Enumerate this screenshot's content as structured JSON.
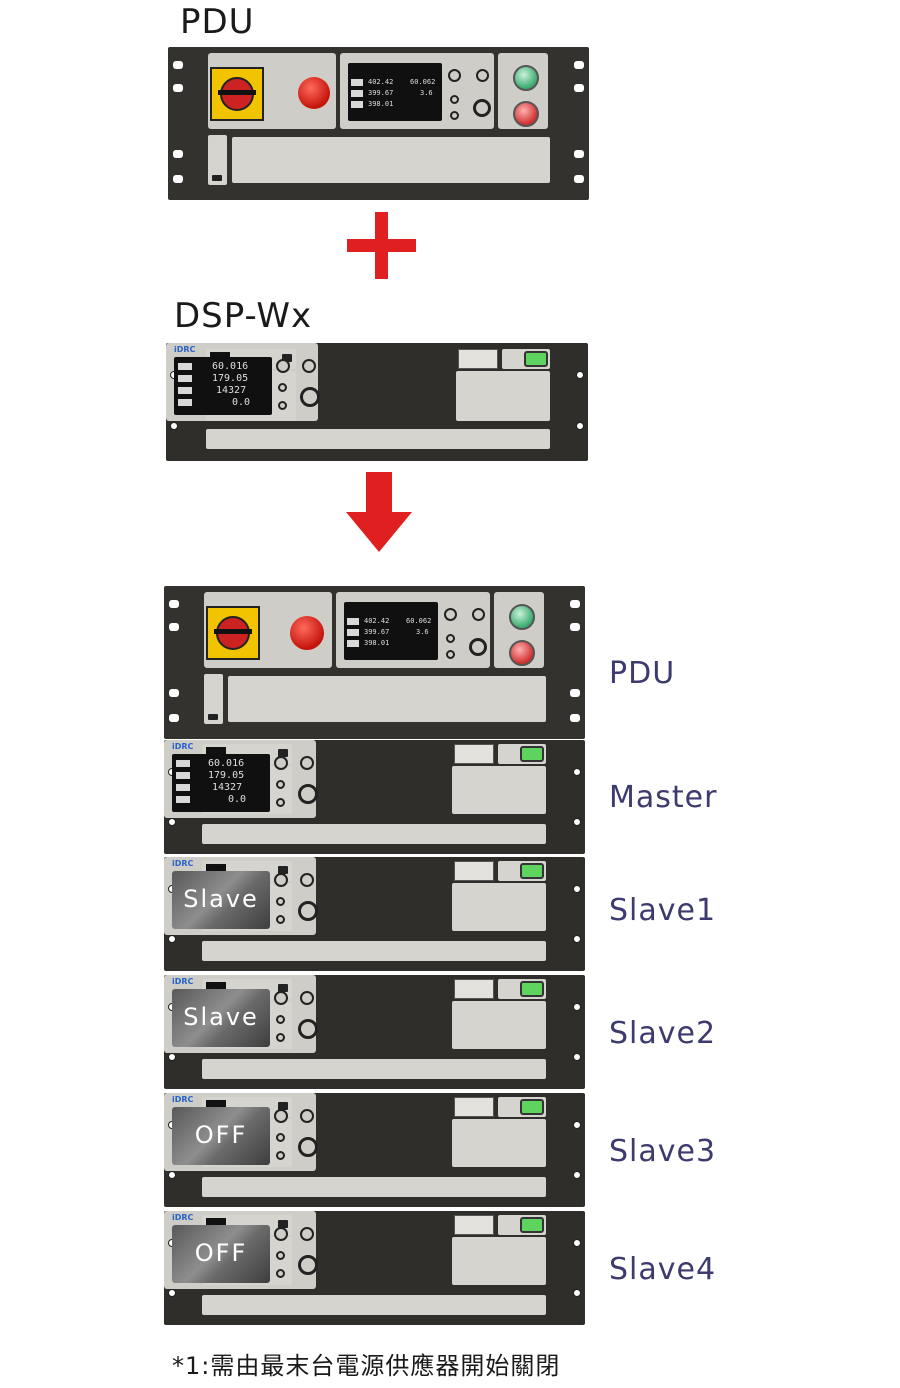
{
  "headings": {
    "pdu": "PDU",
    "dsp": "DSP-Wx"
  },
  "stack_labels": [
    "PDU",
    "Master",
    "Slave1",
    "Slave2",
    "Slave3",
    "Slave4"
  ],
  "slave_screens": [
    "Slave",
    "Slave",
    "OFF",
    "OFF"
  ],
  "footnote": "*1:需由最末台電源供應器開始關閉",
  "pdu_readings": [
    "402.42",
    "399.67",
    "398.01"
  ],
  "pdu_side": [
    "60.062",
    "3.6"
  ],
  "dsp_readings": [
    "60.016",
    "179.05",
    "14327",
    "0.0"
  ],
  "colors": {
    "plus": "#e02020",
    "arrow": "#e02020",
    "side_label": "#3c3a6e"
  },
  "icons": [
    "plus-icon",
    "down-arrow-icon"
  ]
}
